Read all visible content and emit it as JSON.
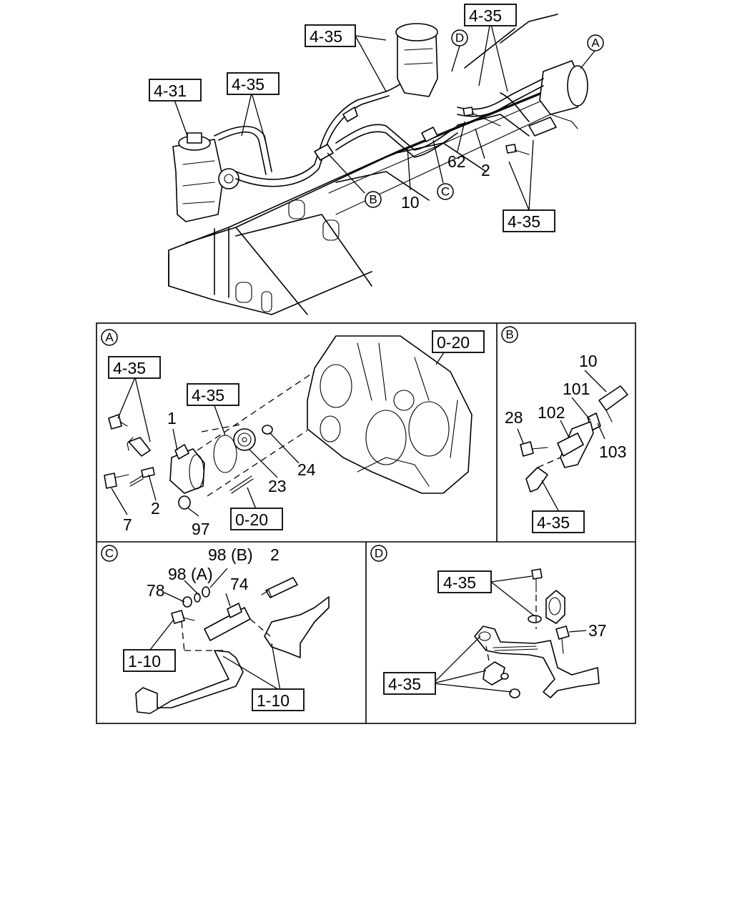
{
  "main_diagram": {
    "callout_circles": [
      "A",
      "B",
      "C",
      "D"
    ],
    "ref_boxes": [
      "4-35",
      "4-35",
      "4-31",
      "4-35",
      "4-35"
    ],
    "part_numbers": [
      "62",
      "2",
      "10"
    ]
  },
  "panel_a": {
    "tag": "A",
    "ref_boxes": [
      "4-35",
      "4-35",
      "0-20",
      "0-20"
    ],
    "part_numbers": [
      "1",
      "24",
      "23",
      "2",
      "7",
      "97"
    ]
  },
  "panel_b": {
    "tag": "B",
    "ref_boxes": [
      "4-35"
    ],
    "part_numbers": [
      "10",
      "101",
      "28",
      "102",
      "103"
    ]
  },
  "panel_c": {
    "tag": "C",
    "ref_boxes": [
      "1-10",
      "1-10"
    ],
    "part_numbers": [
      "98 (B)",
      "2",
      "98 (A)",
      "74",
      "78"
    ]
  },
  "panel_d": {
    "tag": "D",
    "ref_boxes": [
      "4-35",
      "4-35"
    ],
    "part_numbers": [
      "37"
    ]
  }
}
